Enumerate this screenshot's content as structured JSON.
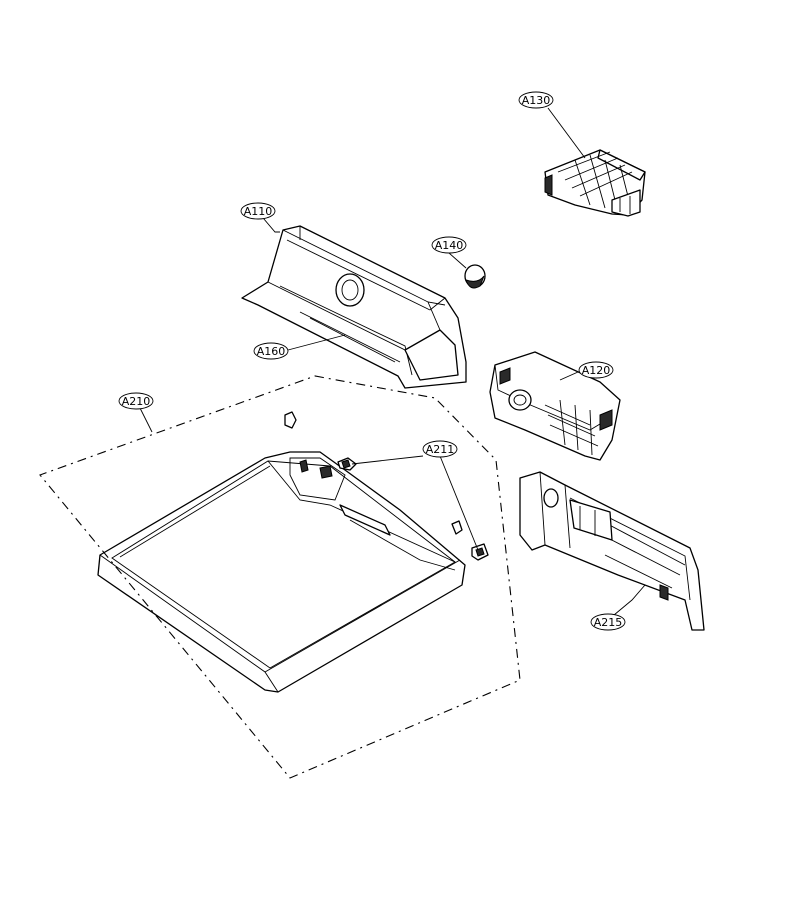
{
  "callouts": {
    "a130": "A130",
    "a110": "A110",
    "a140": "A140",
    "a160": "A160",
    "a120": "A120",
    "a210": "A210",
    "a211": "A211",
    "a215": "A215"
  }
}
